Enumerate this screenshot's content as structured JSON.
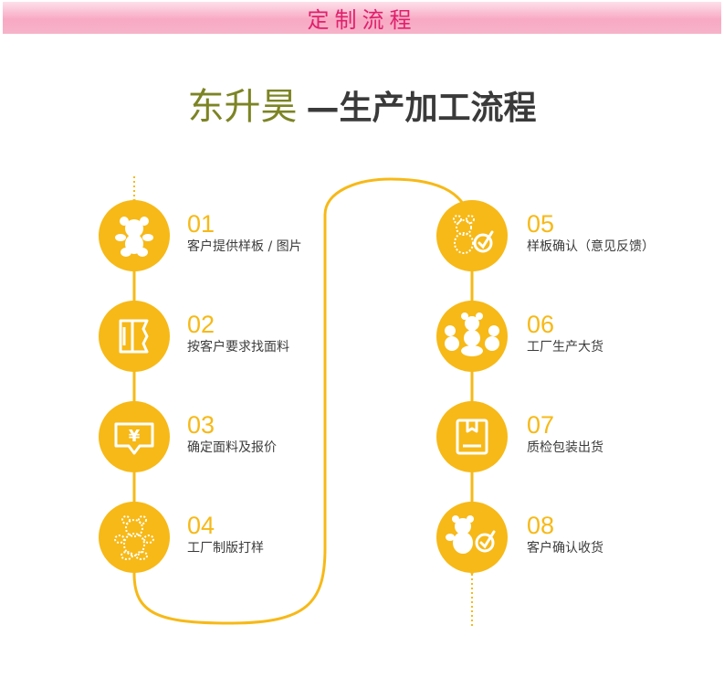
{
  "banner": {
    "title": "定制流程"
  },
  "heading": {
    "brand": "东升昊",
    "subtitle": "—生产加工流程"
  },
  "colors": {
    "accent": "#f7b917",
    "banner_text": "#e0206c",
    "brand": "#7c8424",
    "text": "#3c3c3c"
  },
  "steps": [
    {
      "num": "01",
      "label": "客户提供样板 / 图片",
      "icon": "teddy-bear-icon"
    },
    {
      "num": "02",
      "label": "按客户要求找面料",
      "icon": "fabric-swatch-icon"
    },
    {
      "num": "03",
      "label": "确定面料及报价",
      "icon": "price-tag-icon"
    },
    {
      "num": "04",
      "label": "工厂制版打样",
      "icon": "bear-pattern-icon"
    },
    {
      "num": "05",
      "label": "样板确认（意见反馈）",
      "icon": "bear-approve-icon"
    },
    {
      "num": "06",
      "label": "工厂生产大货",
      "icon": "bear-group-icon"
    },
    {
      "num": "07",
      "label": "质检包装出货",
      "icon": "package-box-icon"
    },
    {
      "num": "08",
      "label": "客户确认收货",
      "icon": "bear-confirm-icon"
    }
  ]
}
